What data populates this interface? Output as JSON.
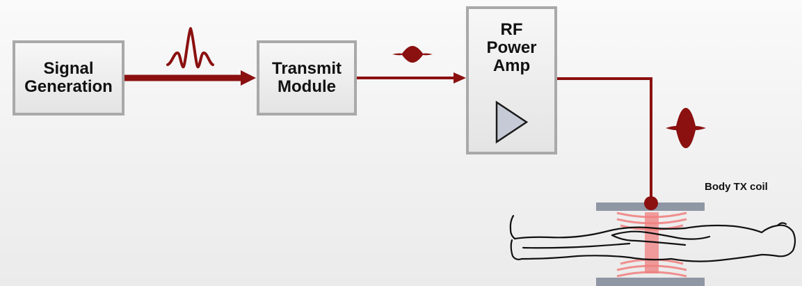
{
  "blocks": {
    "signal_generation": "Signal\nGeneration",
    "transmit_module": "Transmit\nModule",
    "rf_power_amp": "RF\nPower\nAmp"
  },
  "coil_label": "Body TX coil",
  "colors": {
    "signal": "#8b1010",
    "block_border": "#a9a9a9",
    "coil_plate": "#8f96a4",
    "rf_field": "#f07f7f"
  },
  "icons": [
    "sinc-pulse-icon",
    "modulated-pulse-icon",
    "amplifier-triangle-icon",
    "human-body-outline"
  ]
}
